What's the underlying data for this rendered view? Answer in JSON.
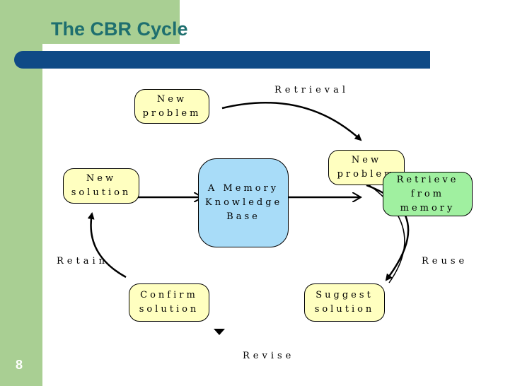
{
  "slide": {
    "title": "The CBR Cycle",
    "page_number": "8"
  },
  "nodes": {
    "new_problem_top": "New problem",
    "new_problem_right": "New problem",
    "retrieve_from_memory": "Retrieve from memory",
    "memory": "A Memory Knowledge Base",
    "new_solution": "New solution",
    "confirm_solution": "Confirm solution",
    "suggest_solution": "Suggest solution"
  },
  "labels": {
    "retrieval": "Retrieval",
    "reuse": "Reuse",
    "revise": "Revise",
    "retain": "Retain"
  },
  "colors": {
    "yellow": "#ffffc0",
    "green": "#a0f0a0",
    "blue": "#a8dcf8",
    "bar": "#0f4a86",
    "band": "#a9cf93",
    "title": "#1e6f6f"
  }
}
